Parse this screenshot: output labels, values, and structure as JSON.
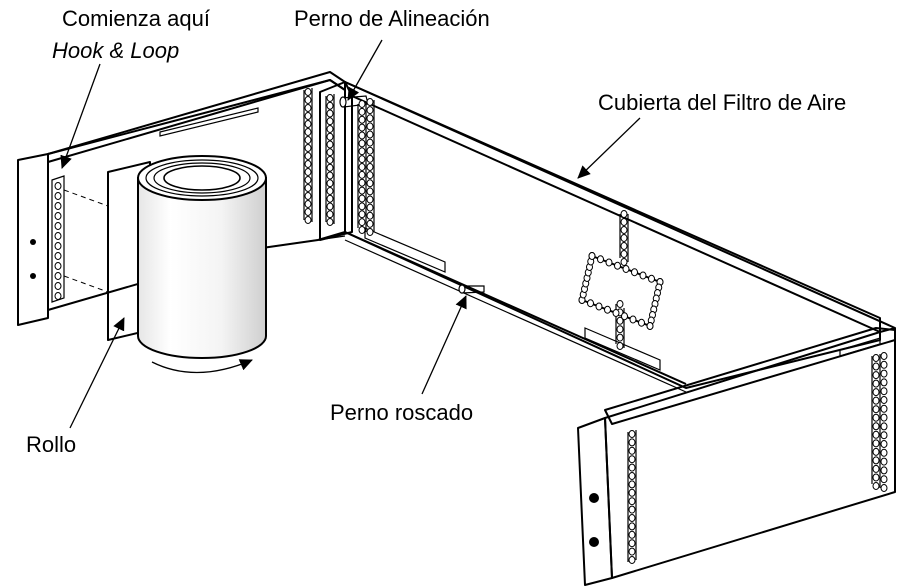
{
  "labels": {
    "start_here": "Comienza aquí",
    "hook_loop": "Hook & Loop",
    "alignment_pin": "Perno de Alineación",
    "filter_cover": "Cubierta del Filtro de Aire",
    "threaded_pin": "Perno roscado",
    "roll": "Rollo"
  }
}
